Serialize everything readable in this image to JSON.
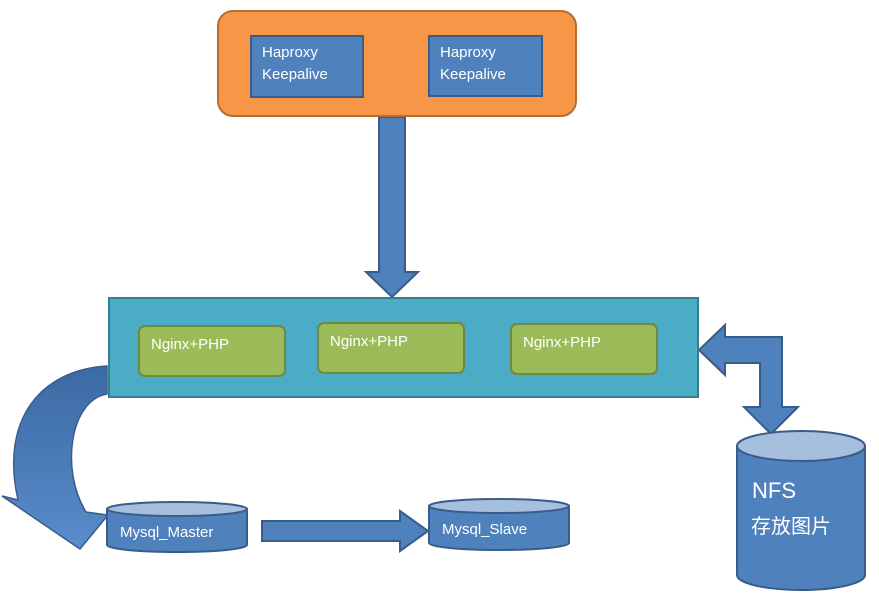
{
  "load_balancers": [
    {
      "line1": "Haproxy",
      "line2": "Keepalive"
    },
    {
      "line1": "Haproxy",
      "line2": "Keepalive"
    }
  ],
  "web_nodes": [
    {
      "label": "Nginx+PHP"
    },
    {
      "label": "Nginx+PHP"
    },
    {
      "label": "Nginx+PHP"
    }
  ],
  "databases": {
    "master": "Mysql_Master",
    "slave": "Mysql_Slave"
  },
  "storage": {
    "title": "NFS",
    "subtitle": "存放图片"
  },
  "colors": {
    "lb_container": "#f79646",
    "server_blue": "#4f81bd",
    "web_container": "#4bacc6",
    "web_node_green": "#9bbb59",
    "arrow_blue": "#4f81bd"
  }
}
